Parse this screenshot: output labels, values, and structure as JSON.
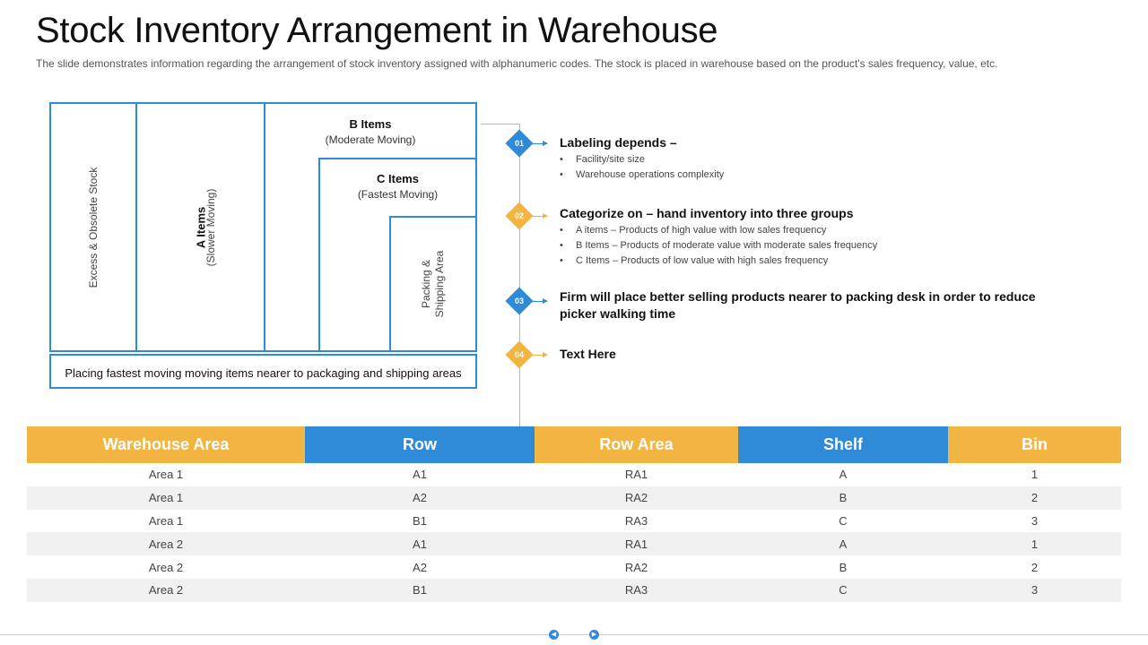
{
  "title": "Stock Inventory Arrangement in Warehouse",
  "subtitle": "The slide demonstrates information regarding the arrangement  of stock inventory assigned with alphanumeric codes. The stock is placed in warehouse based on the product's sales frequency, value, etc.",
  "diagram": {
    "excess": "Excess & Obsolete Stock",
    "a_title": "A Items",
    "a_sub": "(Slower Moving)",
    "b_title": "B Items",
    "b_sub": "(Moderate Moving)",
    "c_title": "C Items",
    "c_sub": "(Fastest Moving)",
    "packing_line1": "Packing &",
    "packing_line2": "Shipping Area",
    "bottom_note": "Placing fastest moving moving items nearer to packaging and shipping areas"
  },
  "steps": [
    {
      "num": "01",
      "heading": "Labeling depends –",
      "bullets": [
        "Facility/site  size",
        "Warehouse operations complexity"
      ]
    },
    {
      "num": "02",
      "heading": "Categorize on – hand inventory into three groups",
      "bullets": [
        "A items – Products of high value with low sales frequency",
        "B Items – Products of moderate value with moderate sales frequency",
        "C Items – Products of low value with high sales frequency"
      ]
    },
    {
      "num": "03",
      "heading_line1": "Firm will place better selling products nearer to packing desk in order to reduce",
      "heading_line2": "picker walking time"
    },
    {
      "num": "04",
      "heading": "Text Here"
    }
  ],
  "table": {
    "headers": [
      "Warehouse Area",
      "Row",
      "Row Area",
      "Shelf",
      "Bin"
    ],
    "rows": [
      [
        "Area 1",
        "A1",
        "RA1",
        "A",
        "1"
      ],
      [
        "Area 1",
        "A2",
        "RA2",
        "B",
        "2"
      ],
      [
        "Area 1",
        "B1",
        "RA3",
        "C",
        "3"
      ],
      [
        "Area 2",
        "A1",
        "RA1",
        "A",
        "1"
      ],
      [
        "Area 2",
        "A2",
        "RA2",
        "B",
        "2"
      ],
      [
        "Area 2",
        "B1",
        "RA3",
        "C",
        "3"
      ]
    ]
  },
  "colors": {
    "blue": "#2f8ad8",
    "yellow": "#f3b541"
  },
  "nav": {
    "prev_icon": "chevron-left-icon",
    "next_icon": "chevron-right-icon"
  }
}
